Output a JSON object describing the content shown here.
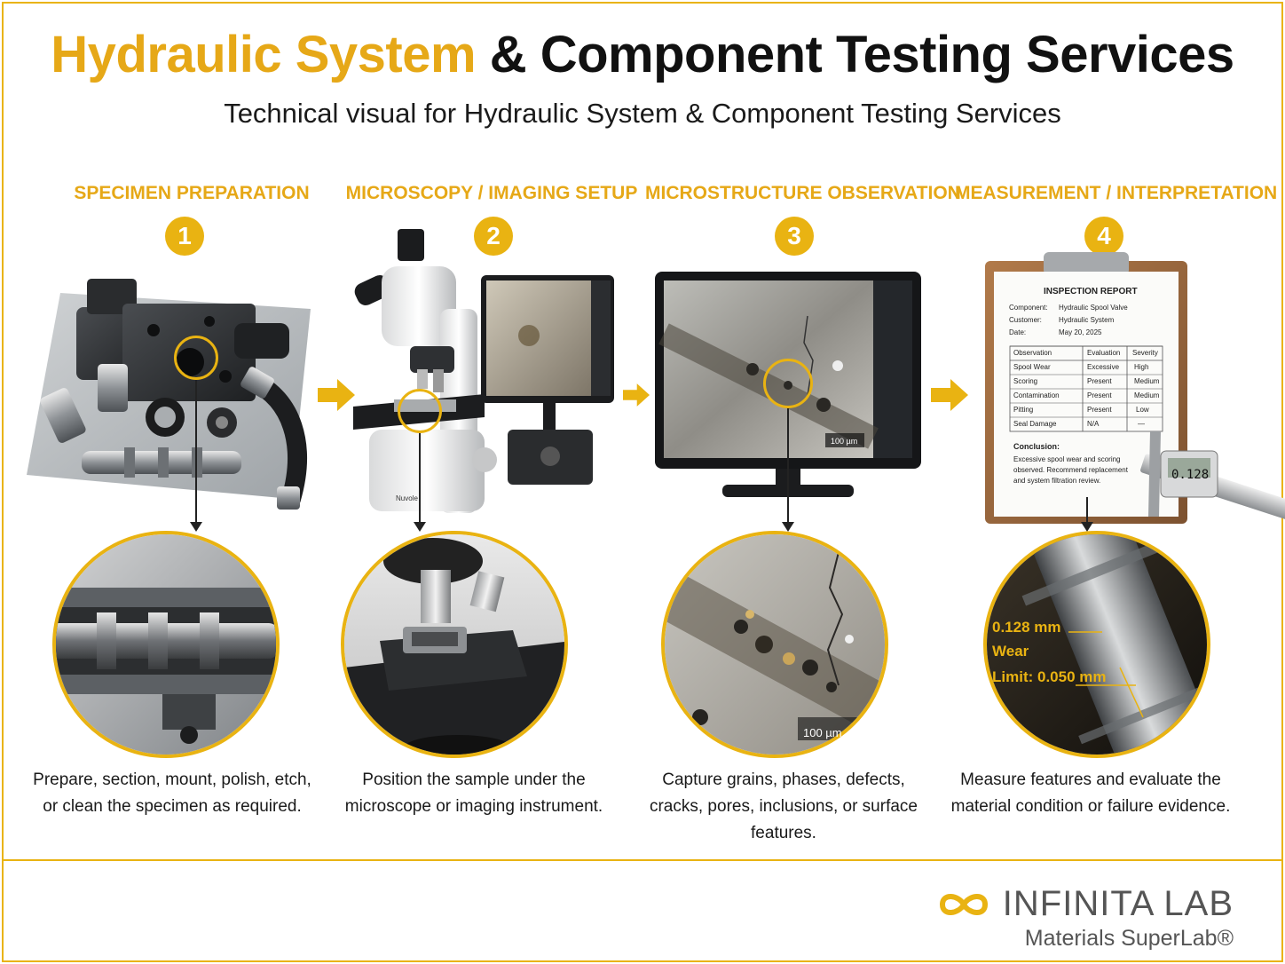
{
  "header": {
    "title_accent": "Hydraulic System",
    "title_rest": "& Component Testing Services",
    "subtitle": "Technical visual for Hydraulic System & Component Testing Services"
  },
  "steps": [
    {
      "number": "1",
      "label": "SPECIMEN PREPARATION",
      "caption": "Prepare, section, mount, polish, etch, or clean the specimen as required."
    },
    {
      "number": "2",
      "label": "MICROSCOPY / IMAGING SETUP",
      "caption": "Position the sample under the microscope or imaging instrument."
    },
    {
      "number": "3",
      "label": "MICROSTRUCTURE OBSERVATION",
      "caption": "Capture grains, phases, defects, cracks, pores, inclusions, or surface features."
    },
    {
      "number": "4",
      "label": "MEASUREMENT / INTERPRETATION",
      "caption": "Measure features and evaluate the material condition or failure evidence."
    }
  ],
  "monitor": {
    "scale": "100 µm"
  },
  "detail3": {
    "scale": "100 µm"
  },
  "detail4": {
    "measure": "0.128 mm",
    "wear": "Wear",
    "limit": "Limit: 0.050 mm"
  },
  "caliper": {
    "reading": "0.128"
  },
  "microscope": {
    "brand": "Nuvole"
  },
  "report": {
    "title": "INSPECTION REPORT",
    "fields": [
      {
        "key": "Component:",
        "value": "Hydraulic Spool Valve"
      },
      {
        "key": "Customer:",
        "value": "Hydraulic System"
      },
      {
        "key": "Date:",
        "value": "May 20, 2025"
      }
    ],
    "table_headers": [
      "Observation",
      "Evaluation",
      "Severity"
    ],
    "table_rows": [
      [
        "Spool Wear",
        "Excessive",
        "High"
      ],
      [
        "Scoring",
        "Present",
        "Medium"
      ],
      [
        "Contamination",
        "Present",
        "Medium"
      ],
      [
        "Pitting",
        "Present",
        "Low"
      ],
      [
        "Seal Damage",
        "N/A",
        "—"
      ]
    ],
    "conclusion_label": "Conclusion:",
    "conclusion_lines": [
      "Excessive spool wear and scoring",
      "observed. Recommend replacement",
      "and system filtration review."
    ]
  },
  "brand": {
    "name": "INFINITA LAB",
    "tagline": "Materials SuperLab®"
  },
  "colors": {
    "accent": "#e9b312",
    "title_accent": "#e6a817",
    "text": "#111111"
  }
}
